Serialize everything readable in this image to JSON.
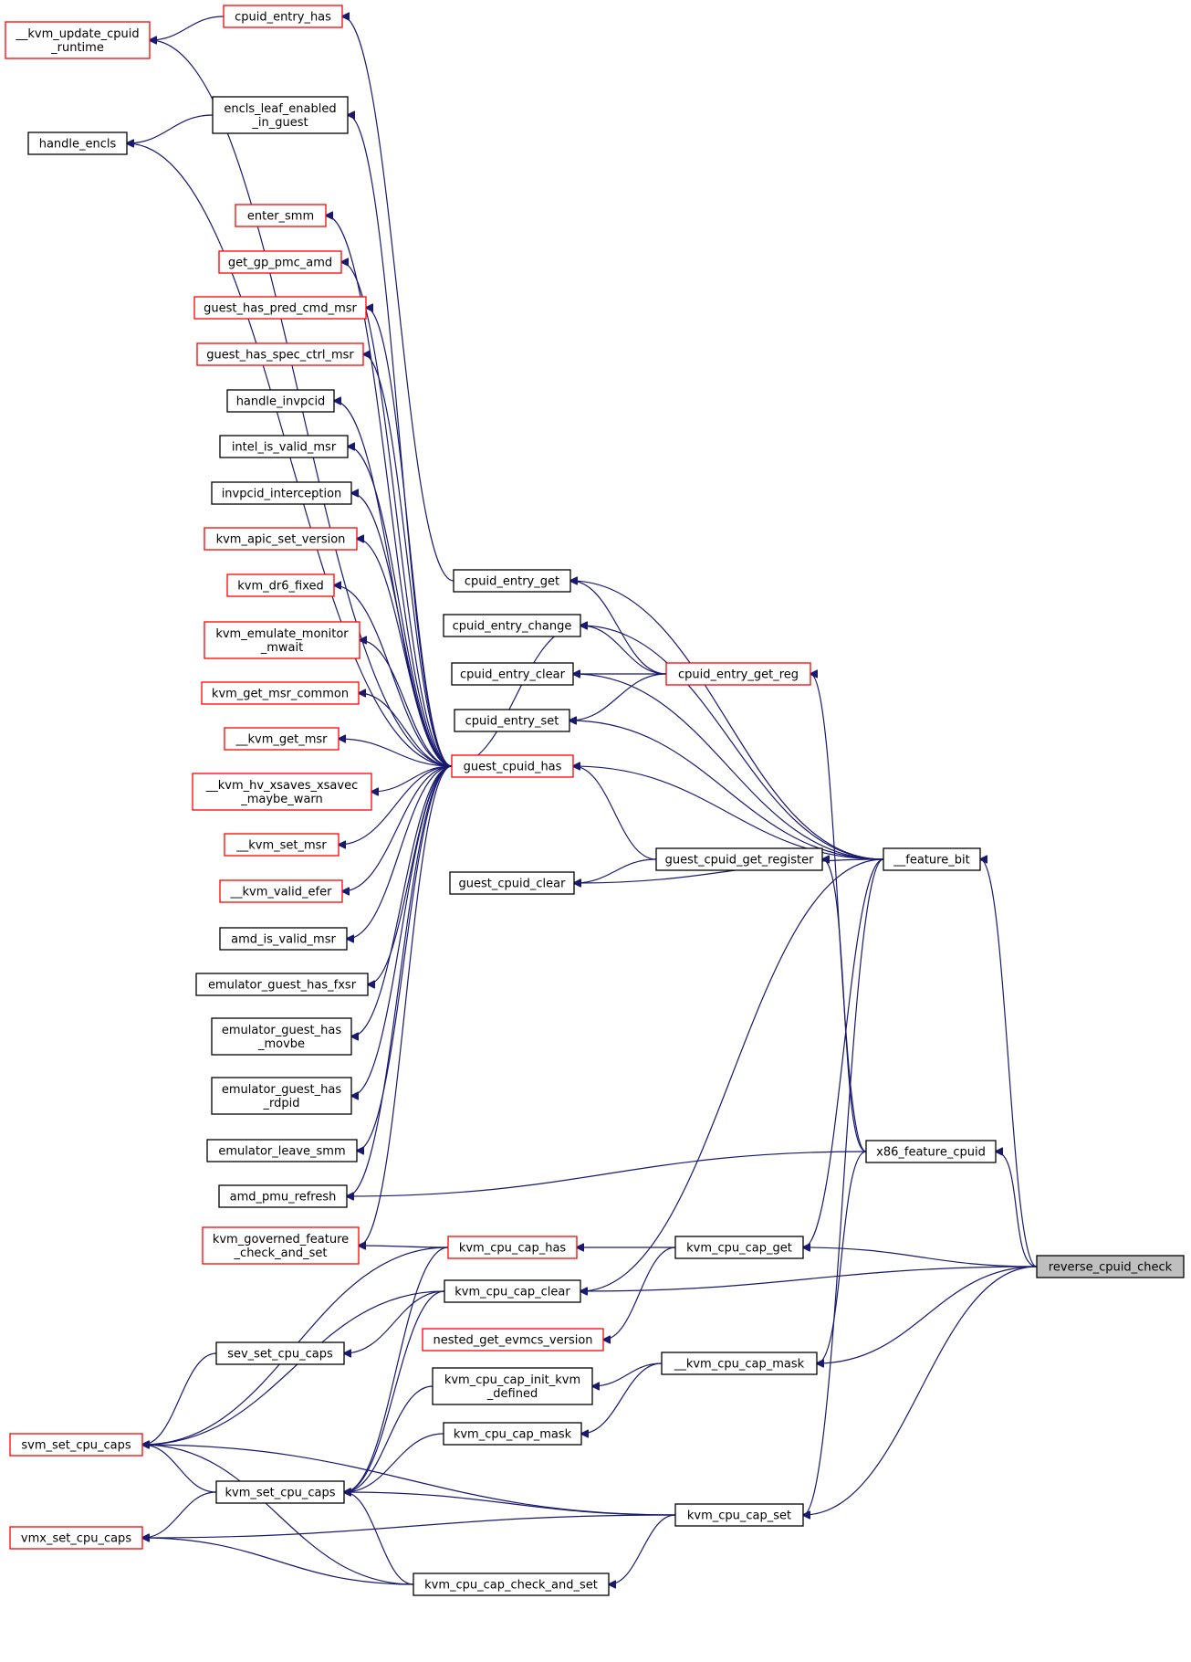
{
  "graph": {
    "edge_color": "#191970",
    "node_border_normal": "#000000",
    "node_border_truncated": "#ff0000",
    "target_fill": "#bfbfbf",
    "nodes": [
      {
        "id": "kvm_update_cpuid_runtime",
        "lines": [
          "__kvm_update_cpuid",
          "_runtime"
        ],
        "border": "red"
      },
      {
        "id": "cpuid_entry_has",
        "lines": [
          "cpuid_entry_has"
        ],
        "border": "red"
      },
      {
        "id": "encls_leaf_enabled",
        "lines": [
          "encls_leaf_enabled",
          "_in_guest"
        ],
        "border": "black"
      },
      {
        "id": "handle_encls",
        "lines": [
          "handle_encls"
        ],
        "border": "black"
      },
      {
        "id": "enter_smm",
        "lines": [
          "enter_smm"
        ],
        "border": "red"
      },
      {
        "id": "get_gp_pmc_amd",
        "lines": [
          "get_gp_pmc_amd"
        ],
        "border": "red"
      },
      {
        "id": "guest_has_pred_cmd_msr",
        "lines": [
          "guest_has_pred_cmd_msr"
        ],
        "border": "red"
      },
      {
        "id": "guest_has_spec_ctrl_msr",
        "lines": [
          "guest_has_spec_ctrl_msr"
        ],
        "border": "red"
      },
      {
        "id": "handle_invpcid",
        "lines": [
          "handle_invpcid"
        ],
        "border": "black"
      },
      {
        "id": "intel_is_valid_msr",
        "lines": [
          "intel_is_valid_msr"
        ],
        "border": "black"
      },
      {
        "id": "invpcid_interception",
        "lines": [
          "invpcid_interception"
        ],
        "border": "black"
      },
      {
        "id": "kvm_apic_set_version",
        "lines": [
          "kvm_apic_set_version"
        ],
        "border": "red"
      },
      {
        "id": "kvm_dr6_fixed",
        "lines": [
          "kvm_dr6_fixed"
        ],
        "border": "red"
      },
      {
        "id": "kvm_emulate_monitor_mwait",
        "lines": [
          "kvm_emulate_monitor",
          "_mwait"
        ],
        "border": "red"
      },
      {
        "id": "kvm_get_msr_common",
        "lines": [
          "kvm_get_msr_common"
        ],
        "border": "red"
      },
      {
        "id": "kvm_get_msr",
        "lines": [
          "__kvm_get_msr"
        ],
        "border": "red"
      },
      {
        "id": "kvm_hv_xsaves",
        "lines": [
          "__kvm_hv_xsaves_xsavec",
          "_maybe_warn"
        ],
        "border": "red"
      },
      {
        "id": "kvm_set_msr",
        "lines": [
          "__kvm_set_msr"
        ],
        "border": "red"
      },
      {
        "id": "kvm_valid_efer",
        "lines": [
          "__kvm_valid_efer"
        ],
        "border": "red"
      },
      {
        "id": "amd_is_valid_msr",
        "lines": [
          "amd_is_valid_msr"
        ],
        "border": "black"
      },
      {
        "id": "emulator_guest_has_fxsr",
        "lines": [
          "emulator_guest_has_fxsr"
        ],
        "border": "black"
      },
      {
        "id": "emulator_guest_has_movbe",
        "lines": [
          "emulator_guest_has",
          "_movbe"
        ],
        "border": "black"
      },
      {
        "id": "emulator_guest_has_rdpid",
        "lines": [
          "emulator_guest_has",
          "_rdpid"
        ],
        "border": "black"
      },
      {
        "id": "emulator_leave_smm",
        "lines": [
          "emulator_leave_smm"
        ],
        "border": "black"
      },
      {
        "id": "amd_pmu_refresh",
        "lines": [
          "amd_pmu_refresh"
        ],
        "border": "black"
      },
      {
        "id": "kvm_governed_feature",
        "lines": [
          "kvm_governed_feature",
          "_check_and_set"
        ],
        "border": "red"
      },
      {
        "id": "sev_set_cpu_caps",
        "lines": [
          "sev_set_cpu_caps"
        ],
        "border": "black"
      },
      {
        "id": "svm_set_cpu_caps",
        "lines": [
          "svm_set_cpu_caps"
        ],
        "border": "red"
      },
      {
        "id": "kvm_set_cpu_caps",
        "lines": [
          "kvm_set_cpu_caps"
        ],
        "border": "black"
      },
      {
        "id": "vmx_set_cpu_caps",
        "lines": [
          "vmx_set_cpu_caps"
        ],
        "border": "red"
      },
      {
        "id": "cpuid_entry_get",
        "lines": [
          "cpuid_entry_get"
        ],
        "border": "black"
      },
      {
        "id": "cpuid_entry_change",
        "lines": [
          "cpuid_entry_change"
        ],
        "border": "black"
      },
      {
        "id": "cpuid_entry_clear",
        "lines": [
          "cpuid_entry_clear"
        ],
        "border": "black"
      },
      {
        "id": "cpuid_entry_set",
        "lines": [
          "cpuid_entry_set"
        ],
        "border": "black"
      },
      {
        "id": "guest_cpuid_has",
        "lines": [
          "guest_cpuid_has"
        ],
        "border": "red"
      },
      {
        "id": "guest_cpuid_clear",
        "lines": [
          "guest_cpuid_clear"
        ],
        "border": "black"
      },
      {
        "id": "kvm_cpu_cap_has",
        "lines": [
          "kvm_cpu_cap_has"
        ],
        "border": "red"
      },
      {
        "id": "kvm_cpu_cap_clear",
        "lines": [
          "kvm_cpu_cap_clear"
        ],
        "border": "black"
      },
      {
        "id": "nested_get_evmcs_version",
        "lines": [
          "nested_get_evmcs_version"
        ],
        "border": "red"
      },
      {
        "id": "kvm_cpu_cap_init_kvm_defined",
        "lines": [
          "kvm_cpu_cap_init_kvm",
          "_defined"
        ],
        "border": "black"
      },
      {
        "id": "kvm_cpu_cap_mask",
        "lines": [
          "kvm_cpu_cap_mask"
        ],
        "border": "black"
      },
      {
        "id": "kvm_cpu_cap_check_and_set",
        "lines": [
          "kvm_cpu_cap_check_and_set"
        ],
        "border": "black"
      },
      {
        "id": "cpuid_entry_get_reg",
        "lines": [
          "cpuid_entry_get_reg"
        ],
        "border": "red"
      },
      {
        "id": "guest_cpuid_get_register",
        "lines": [
          "guest_cpuid_get_register"
        ],
        "border": "black"
      },
      {
        "id": "kvm_cpu_cap_get",
        "lines": [
          "kvm_cpu_cap_get"
        ],
        "border": "black"
      },
      {
        "id": "kvm_cpu_cap_mask_internal",
        "lines": [
          "__kvm_cpu_cap_mask"
        ],
        "border": "black"
      },
      {
        "id": "kvm_cpu_cap_set",
        "lines": [
          "kvm_cpu_cap_set"
        ],
        "border": "black"
      },
      {
        "id": "feature_bit",
        "lines": [
          "__feature_bit"
        ],
        "border": "black"
      },
      {
        "id": "x86_feature_cpuid",
        "lines": [
          "x86_feature_cpuid"
        ],
        "border": "black"
      },
      {
        "id": "reverse_cpuid_check",
        "lines": [
          "reverse_cpuid_check"
        ],
        "border": "black",
        "target": true
      }
    ]
  }
}
